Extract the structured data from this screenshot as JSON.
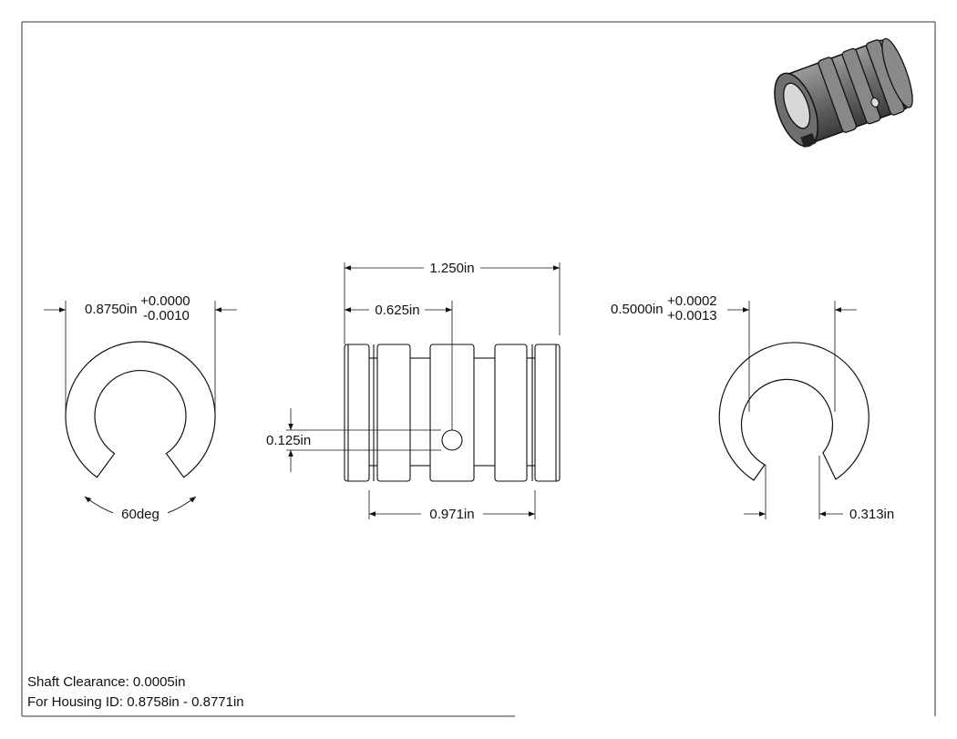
{
  "notes": {
    "shaft_clearance": "Shaft Clearance: 0.0005in",
    "housing_id": "For Housing ID: 0.8758in - 0.8771in"
  },
  "dimensions": {
    "outer_diameter": "0.8750in",
    "outer_tol_plus": "+0.0000",
    "outer_tol_minus": "-0.0010",
    "slot_angle": "60deg",
    "overall_length": "1.250in",
    "hole_position": "0.625in",
    "hole_diameter": "0.125in",
    "groove_span": "0.971in",
    "inner_diameter": "0.5000in",
    "inner_tol_plus": "+0.0002",
    "inner_tol_minus": "+0.0013",
    "slot_width": "0.313in"
  }
}
